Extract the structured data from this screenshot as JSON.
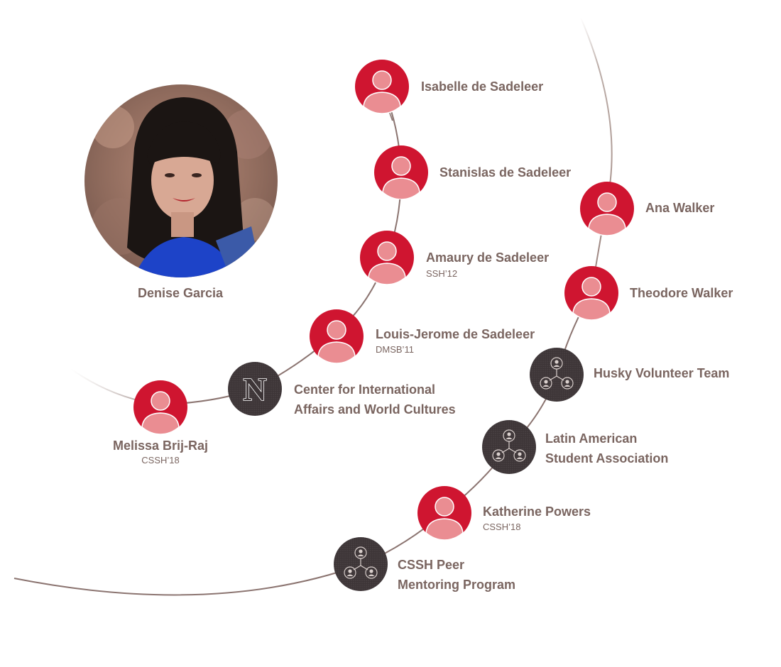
{
  "colors": {
    "person": "#cf1530",
    "person_icon": "#ea8d92",
    "group": "#3d3537",
    "line": "#8b7470",
    "text": "#7a6560"
  },
  "featured": {
    "name": "Denise Garcia"
  },
  "people": {
    "isabelle": {
      "name": "Isabelle de Sadeleer"
    },
    "stanislas": {
      "name": "Stanislas de Sadeleer"
    },
    "amaury": {
      "name": "Amaury de Sadeleer",
      "detail": "SSH’12"
    },
    "louis": {
      "name": "Louis-Jerome de Sadeleer",
      "detail": "DMSB’11"
    },
    "melissa": {
      "name": "Melissa Brij-Raj",
      "detail": "CSSH’18"
    },
    "ana": {
      "name": "Ana Walker"
    },
    "theodore": {
      "name": "Theodore Walker"
    },
    "katherine": {
      "name": "Katherine Powers",
      "detail": "CSSH’18"
    }
  },
  "organizations": {
    "center": {
      "line1": "Center for International",
      "line2": "Affairs and World Cultures",
      "logo_letter": "N"
    },
    "husky": {
      "name": "Husky Volunteer Team"
    },
    "lasa": {
      "line1": "Latin American",
      "line2": "Student Association"
    },
    "cssh": {
      "line1": "CSSH Peer",
      "line2": "Mentoring Program"
    }
  }
}
